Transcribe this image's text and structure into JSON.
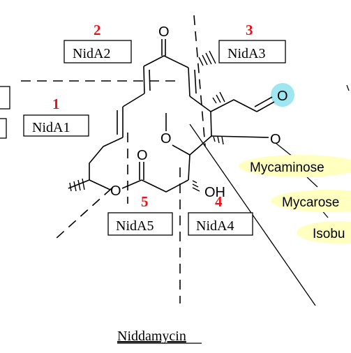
{
  "diagram": {
    "title": "Niddamycin",
    "modules": [
      {
        "number": "1",
        "label": "NidA1"
      },
      {
        "number": "2",
        "label": "NidA2"
      },
      {
        "number": "3",
        "label": "NidA3"
      },
      {
        "number": "4",
        "label": "NidA4"
      },
      {
        "number": "5",
        "label": "NidA5"
      }
    ],
    "sugars": [
      "Mycaminose",
      "Mycarose",
      "Isobu"
    ],
    "atoms": {
      "o_ketone": "O",
      "o_aldehyde": "O",
      "o_methoxy": "O",
      "o_sugar_link": "O",
      "o_lactone_carbonyl": "O",
      "o_ring": "O",
      "oh": "OH"
    },
    "colors": {
      "module_number": "#e8141b",
      "sugar_fill": "#ffffbf",
      "aldehyde_highlight": "#9ee6f0",
      "line": "#000000"
    }
  }
}
